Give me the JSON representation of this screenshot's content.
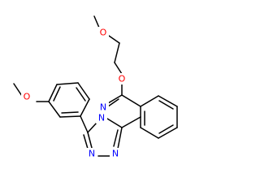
{
  "diagram": {
    "atoms": {
      "o_methoxyethyl": {
        "symbol": "O",
        "color": "#ff0000"
      },
      "o_ether": {
        "symbol": "O",
        "color": "#ff0000"
      },
      "o_anisyl": {
        "symbol": "O",
        "color": "#ff0000"
      },
      "n_pyridazine": {
        "symbol": "N",
        "color": "#0000ff"
      },
      "n_bridge": {
        "symbol": "N",
        "color": "#0000ff"
      },
      "n_triazole_left": {
        "symbol": "N",
        "color": "#0000ff"
      },
      "n_triazole_right": {
        "symbol": "N",
        "color": "#0000ff"
      }
    }
  }
}
